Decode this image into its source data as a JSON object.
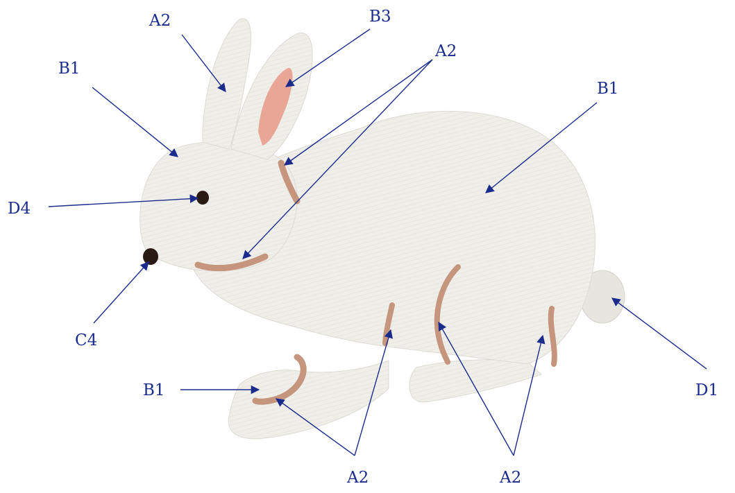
{
  "colors": {
    "annotation": "#1a2b8c",
    "body": "#efeee9",
    "body_shadow": "#dedcd4",
    "accent_stitch": "#c6957d",
    "inner_ear": "#e9a696",
    "eye_nose": "#2a1a14"
  },
  "labels": {
    "a2_ear": "A2",
    "b3_inner_ear": "B3",
    "b1_head": "B1",
    "a2_neck": "A2",
    "b1_body": "B1",
    "d4_eye": "D4",
    "c4_nose": "C4",
    "b1_paw": "B1",
    "d1_tail": "D1",
    "a2_front_leg": "A2",
    "a2_hind_leg": "A2"
  }
}
